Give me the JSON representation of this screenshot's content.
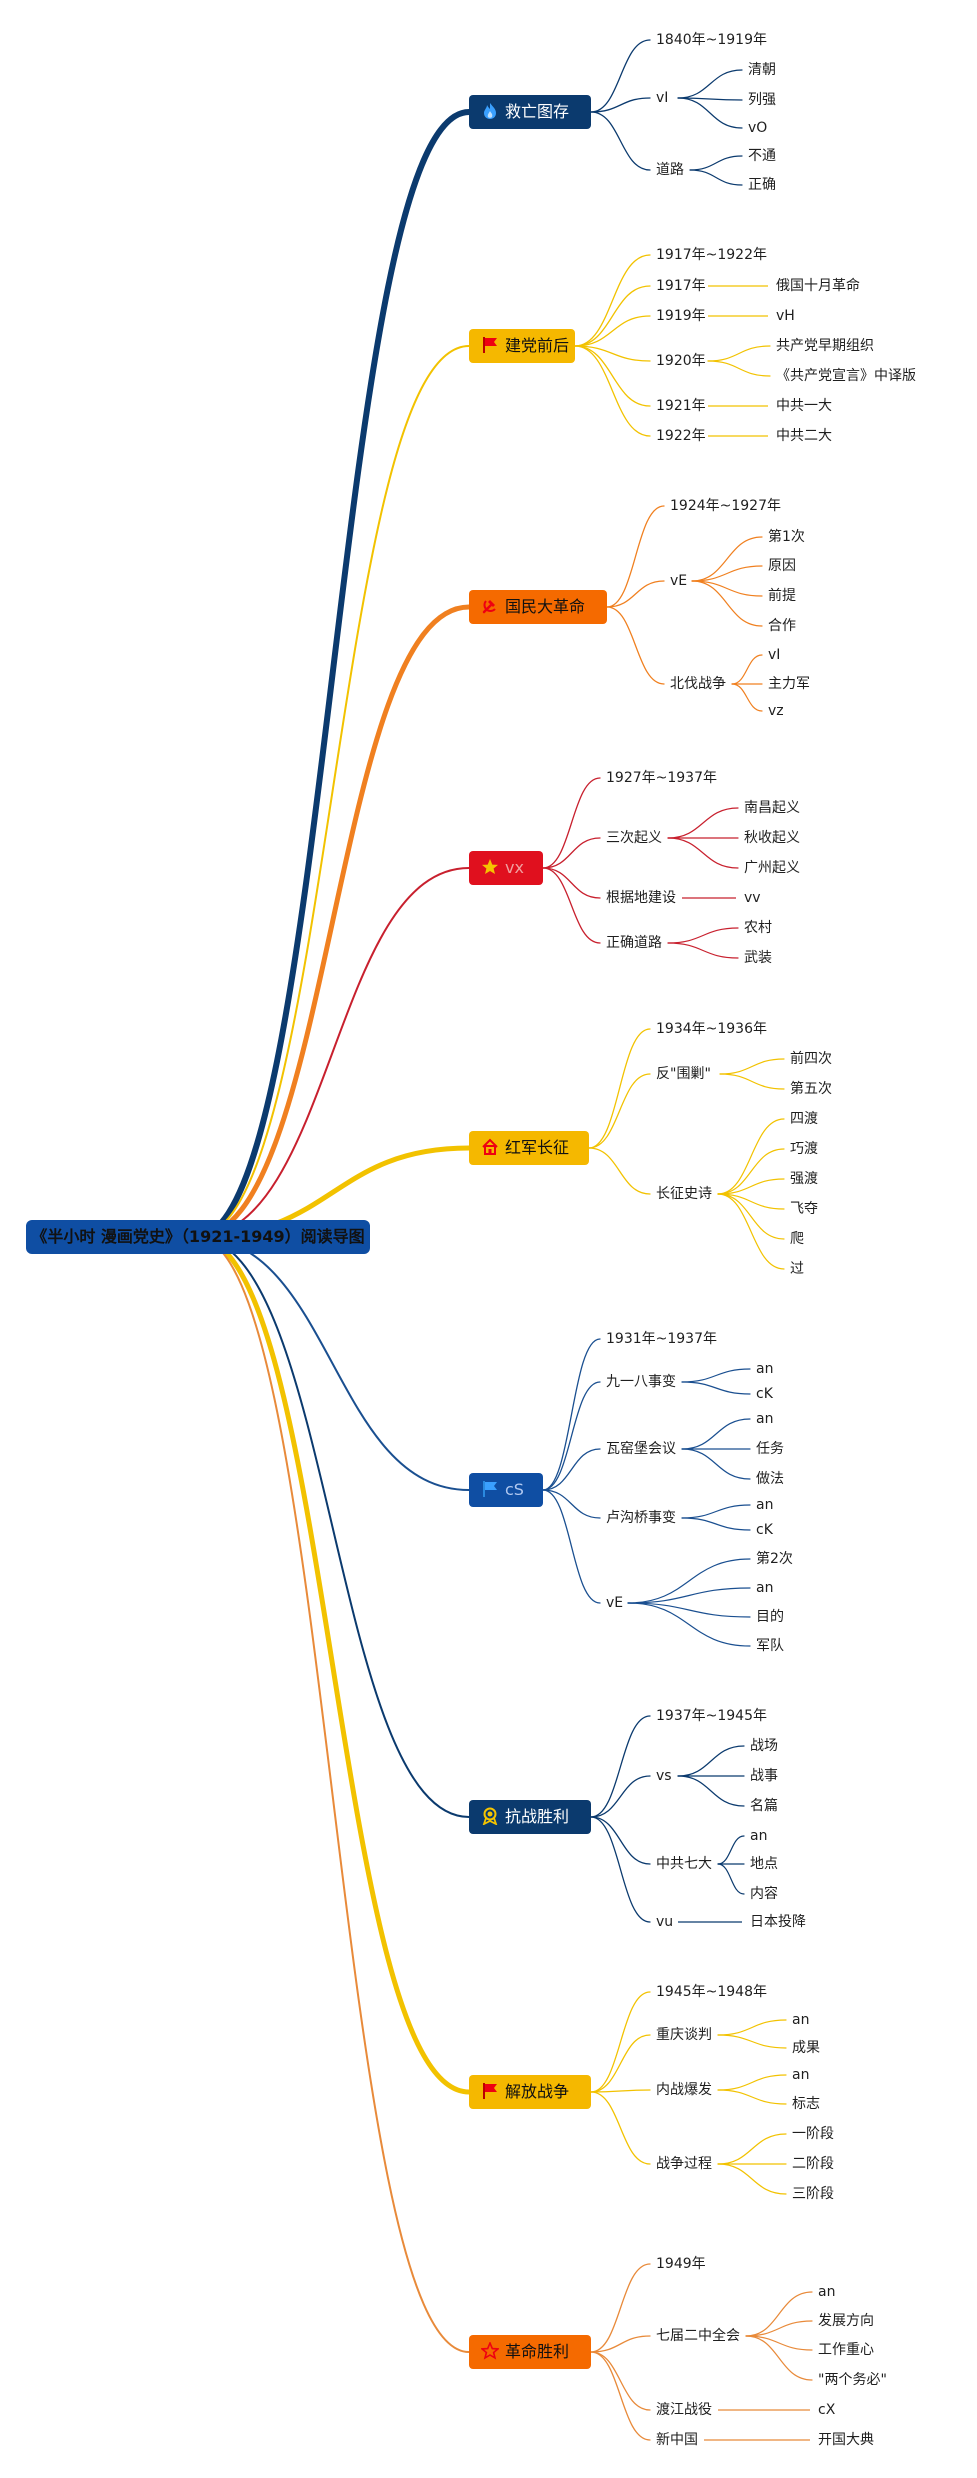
{
  "root": {
    "title": "《半小时 漫画党史》（1921-1949）阅读导图",
    "color": "#0f4ea3"
  },
  "branches": [
    {
      "id": "b1",
      "title": "救亡图存",
      "icon": "flame-icon",
      "fill": "#0b3a6e",
      "text_color": "#ffffff",
      "edge": "#0b3a6e",
      "children": [
        {
          "text": "1840年~1919年",
          "children": []
        },
        {
          "text": "vI",
          "children": [
            "清朝",
            "列强",
            "vO"
          ]
        },
        {
          "text": "道路",
          "children": [
            "不通",
            "正确"
          ]
        }
      ]
    },
    {
      "id": "b2",
      "title": "建党前后",
      "icon": "flag-icon",
      "fill": "#f5b800",
      "text_color": "#111111",
      "edge": "#f2c200",
      "children": [
        {
          "text": "1917年~1922年",
          "children": []
        },
        {
          "text": "1917年",
          "children": [
            "俄国十月革命"
          ]
        },
        {
          "text": "1919年",
          "children": [
            "vH"
          ]
        },
        {
          "text": "1920年",
          "children": [
            "共产党早期组织",
            "《共产党宣言》中译版"
          ]
        },
        {
          "text": "1921年",
          "children": [
            "中共一大"
          ]
        },
        {
          "text": "1922年",
          "children": [
            "中共二大"
          ]
        }
      ]
    },
    {
      "id": "b3",
      "title": "国民大革命",
      "icon": "hammer-sickle-icon",
      "fill": "#f56a00",
      "text_color": "#111111",
      "edge": "#f08020",
      "children": [
        {
          "text": "1924年~1927年",
          "children": []
        },
        {
          "text": "vE",
          "children": [
            "第1次",
            "原因",
            "前提",
            "合作"
          ]
        },
        {
          "text": "北伐战争",
          "children": [
            "vI",
            "主力军",
            "vz"
          ]
        }
      ]
    },
    {
      "id": "b4",
      "title": "vx",
      "icon": "star-icon",
      "fill": "#e0101e",
      "text_color": "#f0a0a0",
      "edge": "#c8202e",
      "children": [
        {
          "text": "1927年~1937年",
          "children": []
        },
        {
          "text": "三次起义",
          "children": [
            "南昌起义",
            "秋收起义",
            "广州起义"
          ]
        },
        {
          "text": "根据地建设",
          "children": [
            "vv"
          ]
        },
        {
          "text": "正确道路",
          "children": [
            "农村",
            "武装"
          ]
        }
      ]
    },
    {
      "id": "b5",
      "title": "红军长征",
      "icon": "home-icon",
      "fill": "#f5b800",
      "text_color": "#111111",
      "edge": "#f2c200",
      "children": [
        {
          "text": "1934年~1936年",
          "children": []
        },
        {
          "text": "反\"围剿\"",
          "children": [
            "前四次",
            "第五次"
          ]
        },
        {
          "text": "长征史诗",
          "children": [
            "四渡",
            "巧渡",
            "强渡",
            "飞夺",
            "爬",
            "过"
          ]
        }
      ]
    },
    {
      "id": "b6",
      "title": "cS",
      "icon": "flag-icon",
      "fill": "#0f4ea3",
      "text_color": "#b0c8f0",
      "edge": "#1a4f90",
      "children": [
        {
          "text": "1931年~1937年",
          "children": []
        },
        {
          "text": "九一八事变",
          "children": [
            "an",
            "cK"
          ]
        },
        {
          "text": "瓦窑堡会议",
          "children": [
            "an",
            "任务",
            "做法"
          ]
        },
        {
          "text": "卢沟桥事变",
          "children": [
            "an",
            "cK"
          ]
        },
        {
          "text": "vE",
          "children": [
            "第2次",
            "an",
            "目的",
            "军队"
          ]
        }
      ]
    },
    {
      "id": "b7",
      "title": "抗战胜利",
      "icon": "medal-icon",
      "fill": "#0b3a6e",
      "text_color": "#ffffff",
      "edge": "#0b3a6e",
      "children": [
        {
          "text": "1937年~1945年",
          "children": []
        },
        {
          "text": "vs",
          "children": [
            "战场",
            "战事",
            "名篇"
          ]
        },
        {
          "text": "中共七大",
          "children": [
            "an",
            "地点",
            "内容"
          ]
        },
        {
          "text": "vu",
          "children": [
            "日本投降"
          ]
        }
      ]
    },
    {
      "id": "b8",
      "title": "解放战争",
      "icon": "flag-icon",
      "fill": "#f5b800",
      "text_color": "#111111",
      "edge": "#f2c200",
      "children": [
        {
          "text": "1945年~1948年",
          "children": []
        },
        {
          "text": "重庆谈判",
          "children": [
            "an",
            "成果"
          ]
        },
        {
          "text": "内战爆发",
          "children": [
            "an",
            "标志"
          ]
        },
        {
          "text": "战争过程",
          "children": [
            "一阶段",
            "二阶段",
            "三阶段"
          ]
        }
      ]
    },
    {
      "id": "b9",
      "title": "革命胜利",
      "icon": "star-outline-icon",
      "fill": "#f56a00",
      "text_color": "#111111",
      "edge": "#e88a3a",
      "children": [
        {
          "text": "1949年",
          "children": []
        },
        {
          "text": "七届二中全会",
          "children": [
            "an",
            "发展方向",
            "工作重心",
            "\"两个务必\""
          ]
        },
        {
          "text": "渡江战役",
          "children": [
            "cX"
          ]
        },
        {
          "text": "新中国",
          "children": [
            "开国大典"
          ]
        }
      ]
    }
  ]
}
